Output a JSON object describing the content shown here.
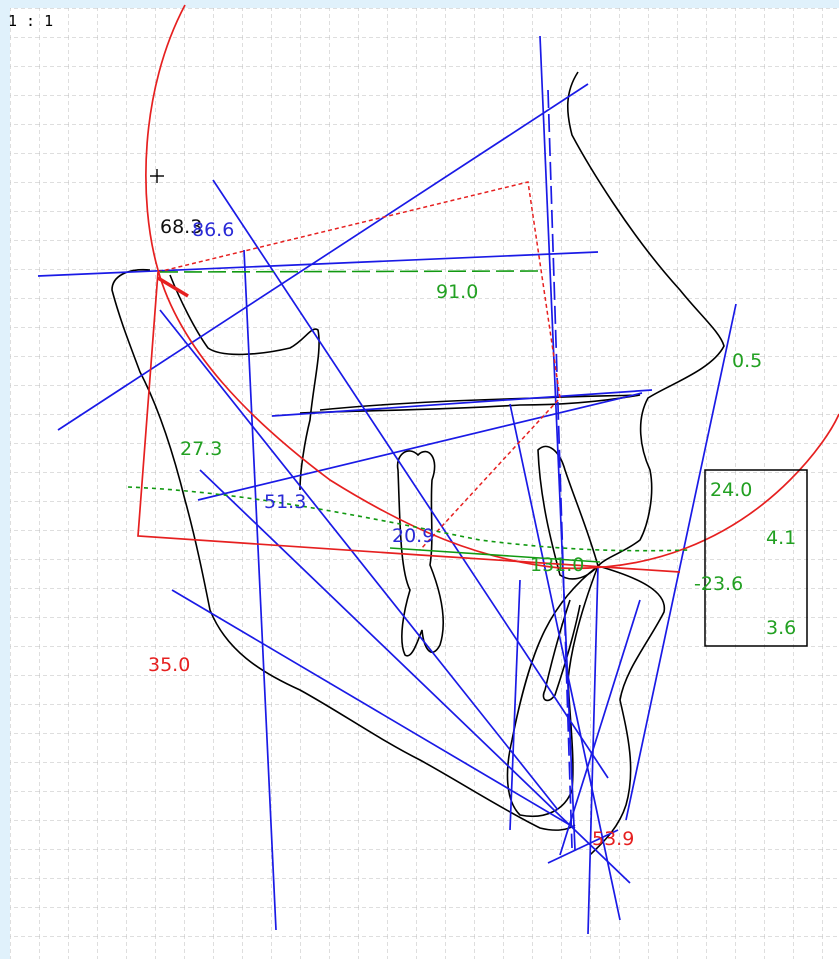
{
  "canvas": {
    "zoom_label": "1 : 1",
    "background": "#ffffff",
    "grid_color": "#bdbdbd",
    "frame_color": "#e0f1fb"
  },
  "colors": {
    "tracing": "#000000",
    "blue_lines": "#1a1ae6",
    "red_lines": "#e62020",
    "green_lines": "#119911",
    "red_text": "#e62020",
    "green_text": "#22a022",
    "blue_text": "#2a2ad6",
    "black_text": "#111111"
  },
  "measurements": {
    "m_68_3": "68.3",
    "m_86_6": "86.6",
    "m_91_0": "91.0",
    "m_0_5": "0.5",
    "m_27_3": "27.3",
    "m_51_3": "51.3",
    "m_20_9": "20.9",
    "m_131_0": "131.0",
    "m_35_0": "35.0",
    "m_53_9": "53.9"
  },
  "info_box": {
    "v1": "24.0",
    "v2": "4.1",
    "v3": "-23.6",
    "v4": "3.6"
  }
}
